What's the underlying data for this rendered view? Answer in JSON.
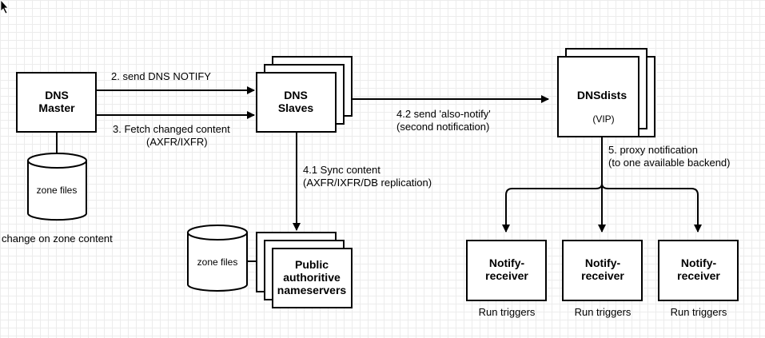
{
  "nodes": {
    "dns_master": [
      "DNS",
      "Master"
    ],
    "dns_slaves": [
      "DNS",
      "Slaves"
    ],
    "dnsdists": "DNSdists",
    "dnsdists_sub": "(VIP)",
    "zone_files_master": "zone files",
    "zone_files_public": "zone files",
    "public_ns": [
      "Public",
      "authoritive",
      "nameservers"
    ],
    "notify_receivers": [
      [
        "Notify-",
        "receiver"
      ],
      [
        "Notify-",
        "receiver"
      ],
      [
        "Notify-",
        "receiver"
      ]
    ]
  },
  "edges": {
    "send_notify": "2. send DNS NOTIFY",
    "fetch_content": [
      "3. Fetch changed content",
      "(AXFR/IXFR)"
    ],
    "sync_content": [
      "4.1 Sync content",
      "(AXFR/IXFR/DB replication)"
    ],
    "also_notify": [
      "4.2 send 'also-notify'",
      "(second notification)"
    ],
    "proxy_notification": [
      "5. proxy notification",
      "(to one available backend)"
    ]
  },
  "annotations": {
    "zone_change": "change on zone content",
    "run_triggers": [
      "Run triggers",
      "Run triggers",
      "Run triggers"
    ]
  },
  "colors": {
    "stroke": "#000000",
    "fill": "#ffffff"
  },
  "icons": {
    "cursor": "mouse-pointer-icon"
  }
}
